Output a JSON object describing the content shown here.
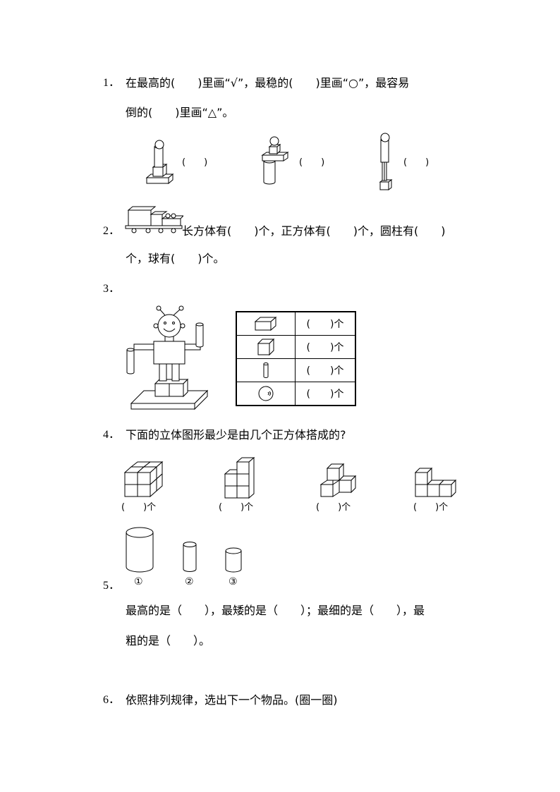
{
  "q1": {
    "num": "1．",
    "line1": "在最高的(　　)里画“√”，最稳的(　　)里画“○”，最容易",
    "line2": "倒的(　　)里画“△”。",
    "blank": "(　　)"
  },
  "q2": {
    "num": "2．",
    "line1": "长方体有(　　)个，正方体有(　　)个，圆柱有(　　)",
    "line2": "个，球有(　　)个。"
  },
  "q3": {
    "num": "3．",
    "rows": [
      {
        "icon": "cuboid-icon",
        "blank": "(　　)个"
      },
      {
        "icon": "cube-icon",
        "blank": "(　　)个"
      },
      {
        "icon": "cylinder-icon",
        "blank": "(　　)个"
      },
      {
        "icon": "sphere-icon",
        "blank": "(　　)个"
      }
    ]
  },
  "q4": {
    "num": "4．",
    "text": "下面的立体图形最少是由几个正方体搭成的?",
    "blanks": [
      "(　　)个",
      "(　　)个",
      "(　　)个",
      "(　　)个"
    ]
  },
  "q5": {
    "num": "5．",
    "labels": [
      "①",
      "②",
      "③"
    ],
    "line1": "最高的是（　　），最矮的是（　　）；最细的是（　　），最",
    "line2": "粗的是（　　）。"
  },
  "q6": {
    "num": "6．",
    "text": "依照排列规律，选出下一个物品。(圈一圈)"
  }
}
